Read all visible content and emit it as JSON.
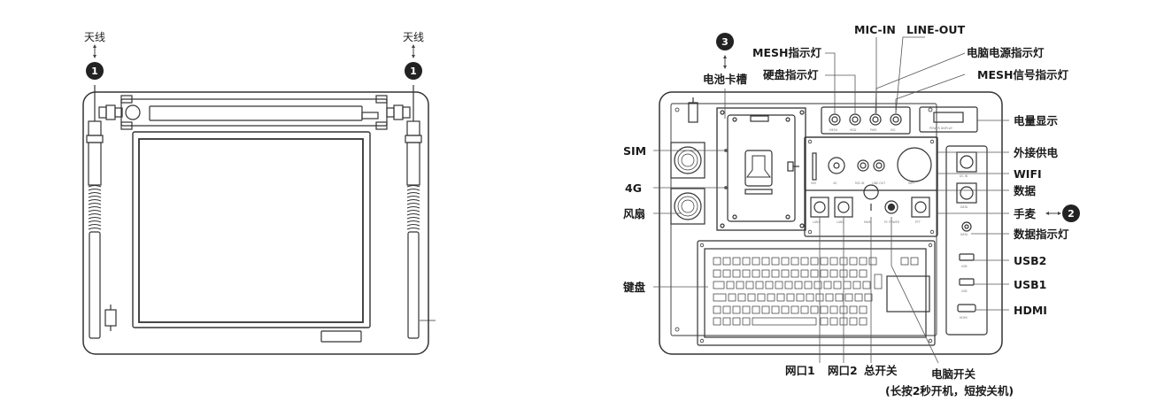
{
  "left_view": {
    "antenna_left_label": "天线",
    "antenna_right_label": "天线",
    "badge_left": "1",
    "badge_right": "1"
  },
  "right_view": {
    "badge_battery": "3",
    "badge_handset": "2",
    "labels": {
      "battery_slot": "电池卡槽",
      "mesh_indicator": "MESH指示灯",
      "hdd_indicator": "硬盘指示灯",
      "mic_in": "MIC-IN",
      "line_out": "LINE-OUT",
      "pc_power_indicator": "电脑电源指示灯",
      "mesh_signal_indicator": "MESH信号指示灯",
      "battery_display": "电量显示",
      "external_power": "外接供电",
      "wifi": "WIFI",
      "data": "数据",
      "handset": "手麦",
      "data_indicator": "数据指示灯",
      "usb2": "USB2",
      "usb1": "USB1",
      "hdmi": "HDMI",
      "sim": "SIM",
      "lte": "4G",
      "fan": "风扇",
      "keyboard": "键盘",
      "lan1": "网口1",
      "lan2": "网口2",
      "main_switch": "总开关",
      "pc_switch": "电脑开关",
      "pc_switch_note": "(长按2秒开机，短按关机)"
    }
  }
}
